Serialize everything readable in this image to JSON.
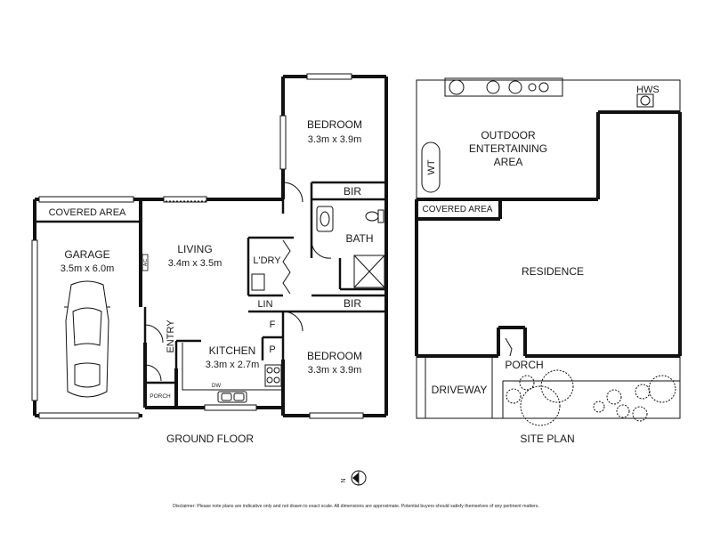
{
  "ground_floor": {
    "title": "GROUND FLOOR",
    "rooms": {
      "bedroom1": {
        "name": "BEDROOM",
        "size": "3.3m x 3.9m"
      },
      "bedroom2": {
        "name": "BEDROOM",
        "size": "3.3m x 3.9m"
      },
      "living": {
        "name": "LIVING",
        "size": "3.4m x 3.5m"
      },
      "kitchen": {
        "name": "KITCHEN",
        "size": "3.3m x 2.7m"
      },
      "garage": {
        "name": "GARAGE",
        "size": "3.5m x 6.0m"
      },
      "covered_area": "COVERED AREA",
      "bir_top": "BIR",
      "bir_bottom": "BIR",
      "bath": "BATH",
      "laundry": "L'DRY",
      "linen": "LIN",
      "fridge": "F",
      "pantry": "P",
      "dishwasher": "DW",
      "entry": "ENTRY",
      "porch": "PORCH",
      "aircon": "A/C"
    }
  },
  "site_plan": {
    "title": "SITE PLAN",
    "labels": {
      "outdoor": [
        "OUTDOOR",
        "ENTERTAINING",
        "AREA"
      ],
      "hws": "HWS",
      "wt": "WT",
      "covered_area": "COVERED AREA",
      "residence": "RESIDENCE",
      "porch": "PORCH",
      "driveway": "DRIVEWAY"
    }
  },
  "compass": {
    "letter": "N"
  },
  "disclaimer": "Disclaimer: Please note plans are indicative only and not drawn to exact scale. All dimensions are approximate. Potential buyers should satisfy themselves of any pertinent matters."
}
